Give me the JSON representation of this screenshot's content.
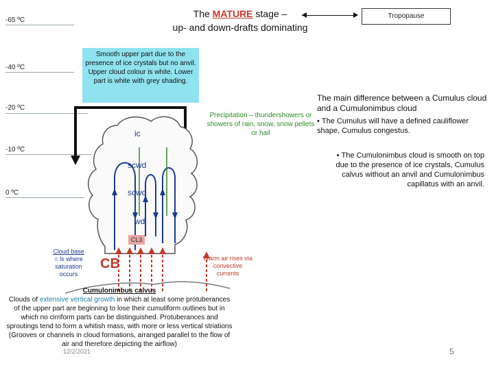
{
  "title": {
    "before": "The ",
    "highlight": "MATURE",
    "after": " stage –",
    "line2": "up- and down-drafts dominating"
  },
  "tropopause": "Tropopause",
  "temps": [
    "-65 ºC",
    "-40 ºC",
    "-20 ºC",
    "-10 ºC",
    "0 ºC"
  ],
  "infobox": "Smooth upper part due to the presence of ice crystals but no anvil. Upper cloud colour is white. Lower part is white with grey shading.",
  "main_heading": "The main difference between a Cumulus cloud and a Cumulonimbus cloud",
  "bullets": [
    "The Cumulus will have a defined cauliflower shape, Cumulus congestus.",
    "The Cumulonimbus cloud is smooth on top due to the presence of ice crystals, Cumulus calvus without an anvil and Cumulonimbus capillatus with an anvil."
  ],
  "precip": "Precipitation – thundershowers or showers of rain, snow, snow pellets or hail",
  "labels": {
    "ic": "ic",
    "scwd1": "scwd",
    "scwd2": "scwd",
    "wd": "wd",
    "cl3": "CL3",
    "cb": "CB"
  },
  "cloud_base": {
    "part1": "Cloud base",
    "part2": "= ls where saturation occurs"
  },
  "warm_air": "Warm air rises via convective currents",
  "desc": {
    "heading": "Cumulonimbus calvus",
    "p1": "Clouds of ",
    "p_blue": "extensive vertical growth",
    "p2": " in which at least some protuberances of the upper part are beginning to lose their cumuliform outlines but in which no cirriform parts can be distinguished. Protuberances and sproutings tend to form a whitish mass, with more or less vertical striations (Grooves or channels in cloud formations, arranged parallel to the flow of air and therefore depicting the airflow)"
  },
  "date": "12/2/2021",
  "page": "5",
  "colors": {
    "infobox": "#8fe3f0",
    "red": "#c0392b",
    "navy": "#1a3a8a",
    "green": "#2e8b2e"
  }
}
